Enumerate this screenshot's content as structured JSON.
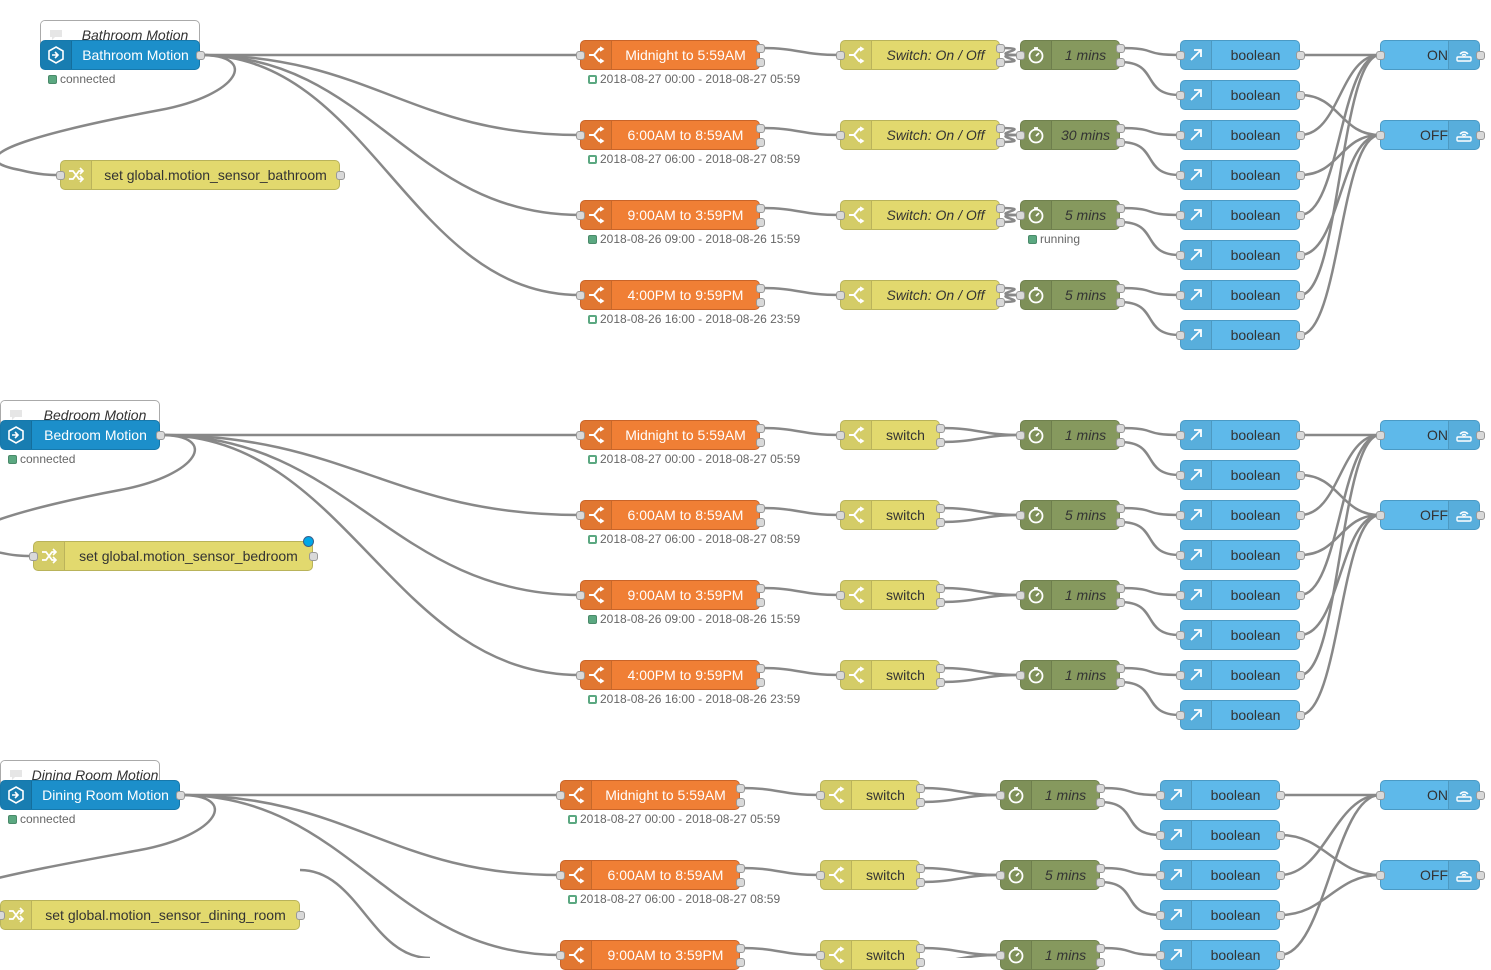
{
  "colors": {
    "inject": "#1c8fca",
    "time_range": "#f07f35",
    "switch": "#e2d96e",
    "timer": "#86995e",
    "boolean": "#5eb9ea",
    "wire": "#888888",
    "status_ok": "#5ba881"
  },
  "icons": {
    "comment": "comment-icon",
    "sensor": "motion-sensor-icon",
    "change": "shuffle-icon",
    "time_range": "split-icon",
    "switch": "switch-icon",
    "timer": "stopwatch-icon",
    "boolean": "arrow-up-right-icon",
    "output": "wifi-device-icon"
  },
  "groups": [
    {
      "comment": "Bathroom Motion",
      "sensor": "Bathroom Motion",
      "sensor_status": "connected",
      "change": "set global.motion_sensor_bathroom",
      "switch_italic": true,
      "outputs": [
        "ON",
        "OFF"
      ],
      "rows": [
        {
          "range": "Midnight to 5:59AM",
          "range_status": "2018-08-27 00:00 - 2018-08-27 05:59",
          "switch": "Switch: On / Off",
          "timer": "1 mins",
          "timer_status": ""
        },
        {
          "range": "6:00AM to 8:59AM",
          "range_status": "2018-08-27 06:00 - 2018-08-27 08:59",
          "switch": "Switch: On / Off",
          "timer": "30 mins",
          "timer_status": ""
        },
        {
          "range": "9:00AM to 3:59PM",
          "range_status": "2018-08-26 09:00 - 2018-08-26 15:59",
          "switch": "Switch: On / Off",
          "timer": "5 mins",
          "timer_status": "running"
        },
        {
          "range": "4:00PM to 9:59PM",
          "range_status": "2018-08-26 16:00 - 2018-08-26 23:59",
          "switch": "Switch: On / Off",
          "timer": "5 mins",
          "timer_status": ""
        }
      ],
      "boolean_label": "boolean"
    },
    {
      "comment": "Bedroom Motion",
      "sensor": "Bedroom Motion",
      "sensor_status": "connected",
      "change": "set global.motion_sensor_bedroom",
      "switch_italic": false,
      "outputs": [
        "ON",
        "OFF"
      ],
      "rows": [
        {
          "range": "Midnight to 5:59AM",
          "range_status": "2018-08-27 00:00 - 2018-08-27 05:59",
          "switch": "switch",
          "timer": "1 mins",
          "timer_status": ""
        },
        {
          "range": "6:00AM to 8:59AM",
          "range_status": "2018-08-27 06:00 - 2018-08-27 08:59",
          "switch": "switch",
          "timer": "5 mins",
          "timer_status": ""
        },
        {
          "range": "9:00AM to 3:59PM",
          "range_status": "2018-08-26 09:00 - 2018-08-26 15:59",
          "switch": "switch",
          "timer": "1 mins",
          "timer_status": ""
        },
        {
          "range": "4:00PM to 9:59PM",
          "range_status": "2018-08-26 16:00 - 2018-08-26 23:59",
          "switch": "switch",
          "timer": "1 mins",
          "timer_status": ""
        }
      ],
      "boolean_label": "boolean"
    },
    {
      "comment": "Dining Room Motion",
      "sensor": "Dining Room Motion",
      "sensor_status": "connected",
      "change": "set global.motion_sensor_dining_room",
      "switch_italic": false,
      "outputs": [
        "ON",
        "OFF"
      ],
      "rows": [
        {
          "range": "Midnight to 5:59AM",
          "range_status": "2018-08-27 00:00 - 2018-08-27 05:59",
          "switch": "switch",
          "timer": "1 mins",
          "timer_status": ""
        },
        {
          "range": "6:00AM to 8:59AM",
          "range_status": "2018-08-27 06:00 - 2018-08-27 08:59",
          "switch": "switch",
          "timer": "5 mins",
          "timer_status": ""
        },
        {
          "range": "9:00AM to 3:59PM",
          "range_status": "",
          "switch": "switch",
          "timer": "1 mins",
          "timer_status": ""
        }
      ],
      "boolean_label": "boolean"
    }
  ]
}
